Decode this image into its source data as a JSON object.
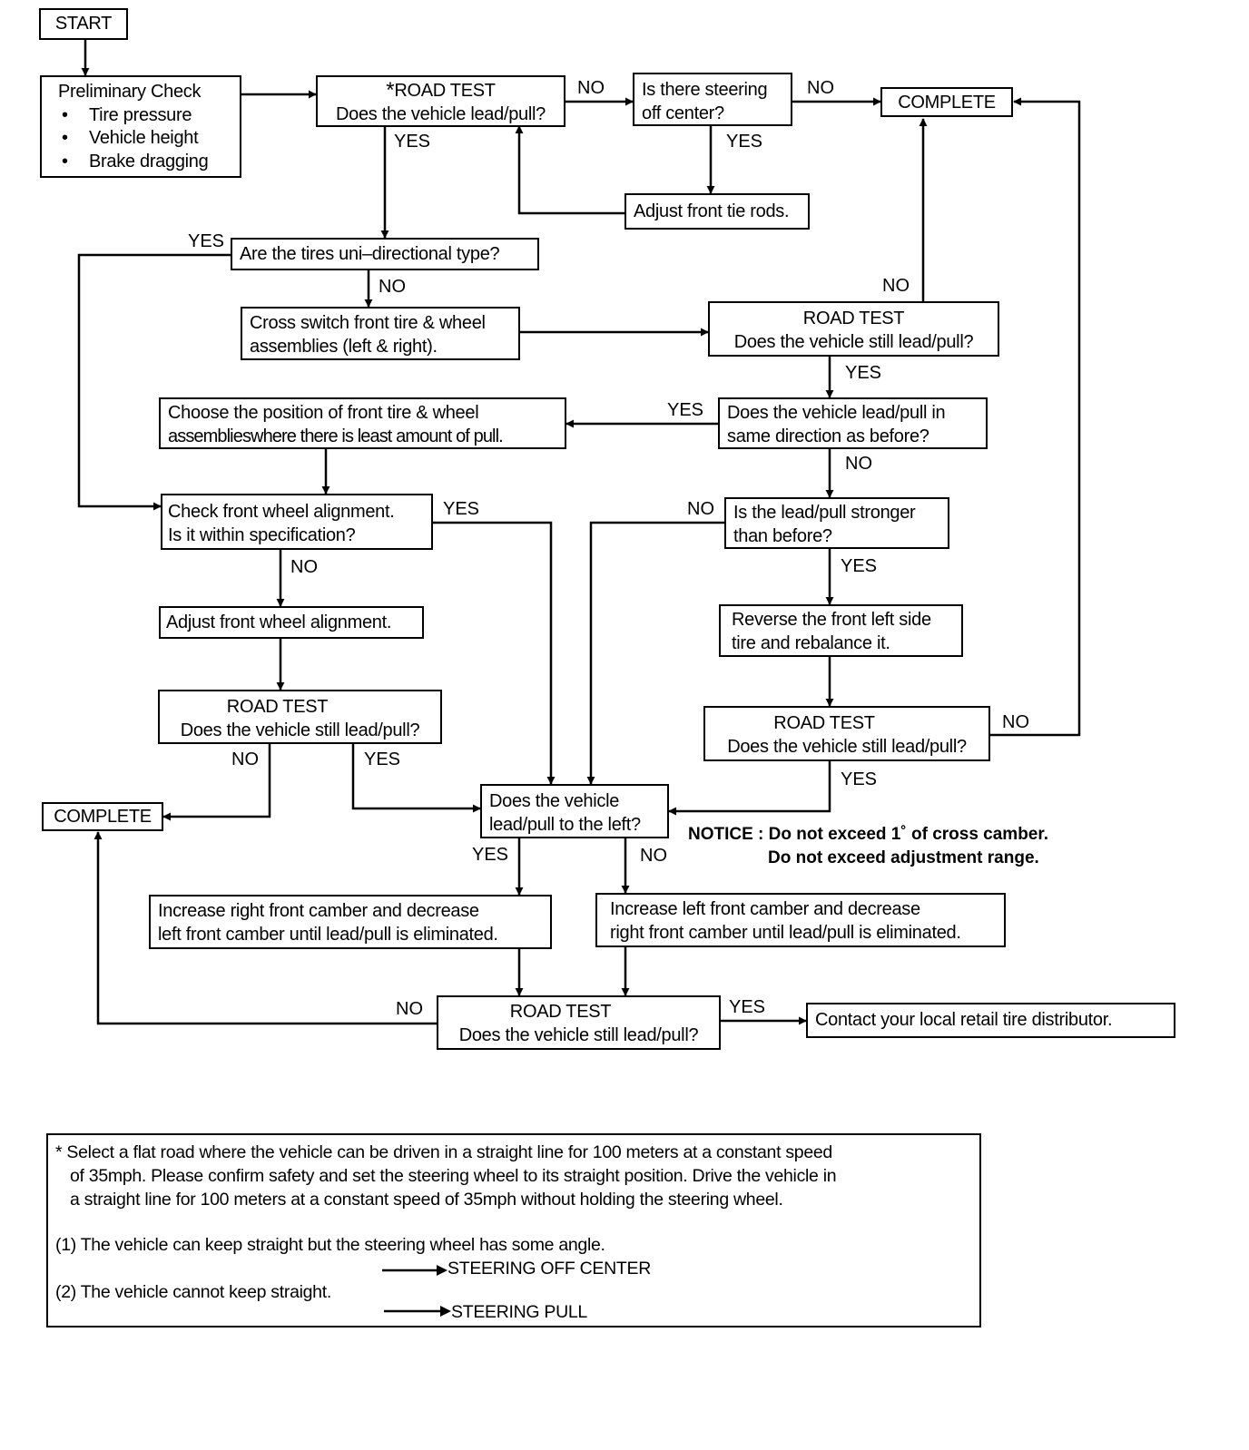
{
  "start": "START",
  "preliminary": {
    "title": "Preliminary Check",
    "items": [
      "Tire pressure",
      "Vehicle height",
      "Brake dragging"
    ]
  },
  "road_test_1": {
    "title": "ROAD TEST",
    "star": "*",
    "question": "Does the vehicle lead/pull?"
  },
  "steering_off_center": {
    "line1": "Is there steering",
    "line2": "off center?"
  },
  "complete_top": "COMPLETE",
  "adjust_tie_rods": "Adjust front tie rods.",
  "uni_directional": "Are the tires uni–directional type?",
  "cross_switch": {
    "line1": "Cross switch front tire & wheel",
    "line2": "assemblies (left & right)."
  },
  "road_test_2": {
    "title": "ROAD TEST",
    "question": "Does the vehicle still lead/pull?"
  },
  "choose_position": {
    "line1": "Choose the position of front tire & wheel",
    "line2": "assemblieswhere there is least amount of pull."
  },
  "same_direction": {
    "line1": "Does the vehicle lead/pull in",
    "line2": "same direction as before?"
  },
  "check_alignment": {
    "line1": "Check front wheel alignment.",
    "line2": "Is it within specification?"
  },
  "stronger": {
    "line1": "Is the lead/pull stronger",
    "line2": "than before?"
  },
  "adjust_alignment": "Adjust front wheel alignment.",
  "reverse_tire": {
    "line1": "Reverse the front left side",
    "line2": "tire and rebalance it."
  },
  "road_test_3": {
    "title": "ROAD TEST",
    "question": "Does the vehicle still lead/pull?"
  },
  "road_test_4": {
    "title": "ROAD TEST",
    "question": "Does the vehicle still lead/pull?"
  },
  "complete_left": "COMPLETE",
  "lead_left": {
    "line1": "Does the vehicle",
    "line2": "lead/pull to the left?"
  },
  "notice": {
    "line1": "NOTICE  :  Do not exceed 1˚ of cross camber.",
    "line2": "Do not exceed adjustment range."
  },
  "increase_right": {
    "line1": "Increase right front camber and decrease",
    "line2": "left front camber until lead/pull is eliminated."
  },
  "increase_left": {
    "line1": "Increase left front camber and decrease",
    "line2": "right front camber until lead/pull is eliminated."
  },
  "road_test_5": {
    "title": "ROAD TEST",
    "question": "Does the vehicle still lead/pull?"
  },
  "contact": "Contact your local retail tire distributor.",
  "labels": {
    "yes": "YES",
    "no": "NO"
  },
  "footnote": {
    "line1": "* Select a flat road where the vehicle can be driven in a straight line for 100 meters at a constant speed",
    "line2": "of 35mph. Please confirm safety and set the steering wheel to its straight position. Drive the vehicle in",
    "line3": "a straight line for 100 meters at a constant speed of 35mph without holding the steering wheel.",
    "case1": "(1) The vehicle can keep straight but the steering wheel has some angle.",
    "result1": "STEERING OFF CENTER",
    "case2": "(2) The vehicle cannot keep straight.",
    "result2": "STEERING PULL"
  }
}
